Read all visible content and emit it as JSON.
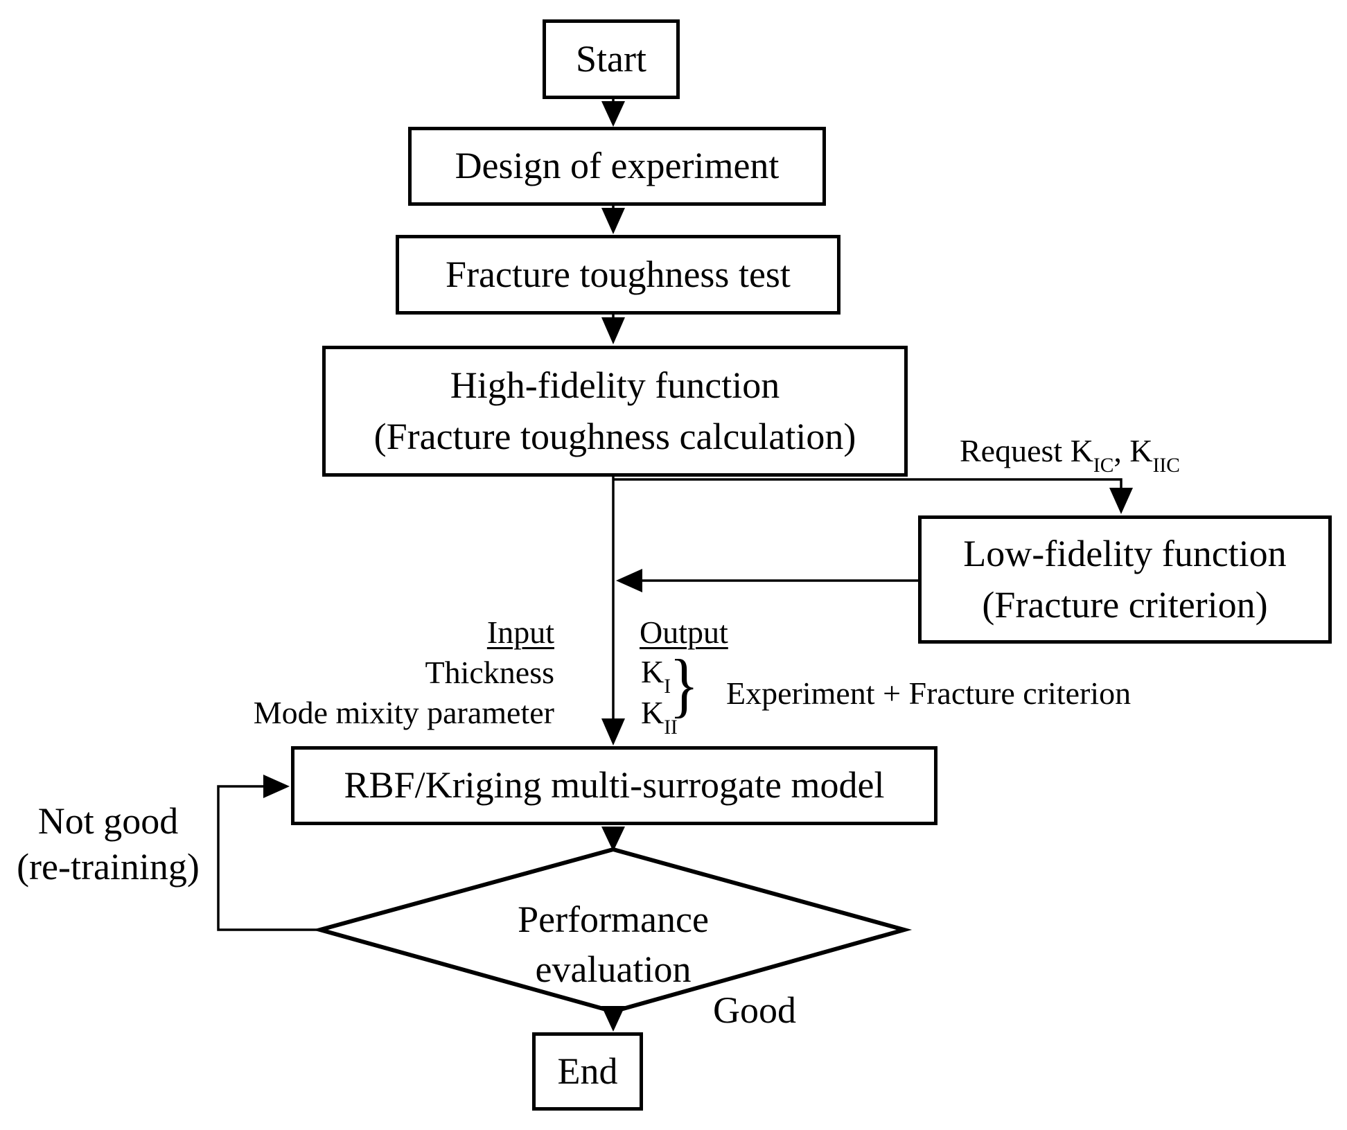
{
  "colors": {
    "ink": "#000000",
    "paper": "#ffffff"
  },
  "nodes": {
    "start": {
      "label": "Start",
      "type": "terminator"
    },
    "design_of_experiment": {
      "label": "Design of experiment",
      "type": "process"
    },
    "fracture_toughness_test": {
      "label": "Fracture toughness test",
      "type": "process"
    },
    "high_fidelity_function": {
      "line1": "High-fidelity function",
      "line2": "(Fracture toughness calculation)",
      "type": "process"
    },
    "low_fidelity_function": {
      "line1": "Low-fidelity function",
      "line2": "(Fracture criterion)",
      "type": "process"
    },
    "surrogate_model": {
      "label": "RBF/Kriging multi-surrogate model",
      "type": "process"
    },
    "performance_evaluation": {
      "line1": "Performance",
      "line2": "evaluation",
      "type": "decision"
    },
    "end": {
      "label": "End",
      "type": "terminator"
    }
  },
  "annotations": {
    "request": {
      "text": "Request K",
      "sub1": "IC",
      "sep": ", K",
      "sub2": "IIC"
    },
    "input": {
      "header": "Input",
      "items": [
        "Thickness",
        "Mode mixity parameter"
      ]
    },
    "output": {
      "header": "Output",
      "k1_base": "K",
      "k1_sub": "I",
      "k2_base": "K",
      "k2_sub": "II",
      "brace": "}",
      "note": "Experiment + Fracture criterion"
    },
    "decision_no": {
      "line1": "Not good",
      "line2": "(re-training)"
    },
    "decision_yes": "Good"
  }
}
